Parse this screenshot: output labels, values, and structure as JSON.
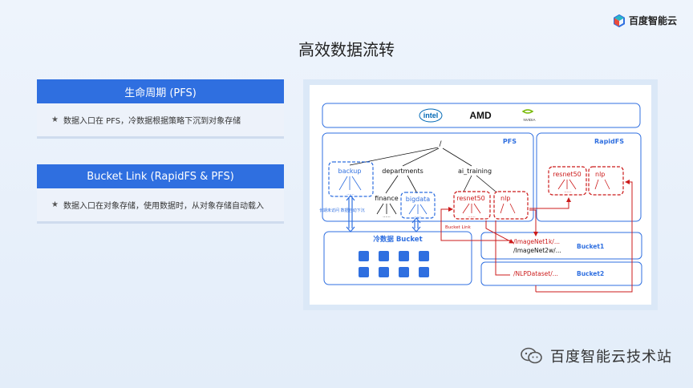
{
  "brand": {
    "name": "百度智能云"
  },
  "page": {
    "title": "高效数据流转"
  },
  "cards": [
    {
      "title": "生命周期 (PFS)",
      "bullet": "数据入口在 PFS，冷数据根据策略下沉到对象存储"
    },
    {
      "title": "Bucket Link (RapidFS & PFS)",
      "bullet": "数据入口在对象存储，使用数据时，从对象存储自动载入"
    }
  ],
  "diagram": {
    "vendors": [
      "intel",
      "AMD",
      "NVIDIA"
    ],
    "pfs_label": "PFS",
    "rapidfs_label": "RapidFS",
    "root": "/",
    "backup": "backup",
    "departments": "departments",
    "ai_training": "ai_training",
    "finance": "finance",
    "bigdata": "bigdata",
    "resnet50": "resnet50",
    "nlp": "nlp",
    "dots": "......",
    "cold_note": "长期未访问 数据自动下沉",
    "cold_bucket": "冷数据 Bucket",
    "bucket_link": "Bucket Link",
    "bucket1": "Bucket1",
    "bucket2": "Bucket2",
    "path_imagenet1k": "/ImageNet1k/...",
    "path_imagenet2w": "/ImageNet2w/...",
    "path_nlp": "/NLPDataset/...",
    "colors": {
      "blue": "#2f6fe0",
      "red": "#cc1b1b"
    }
  },
  "footer": {
    "text": "百度智能云技术站",
    "icon": "wechat-icon"
  }
}
